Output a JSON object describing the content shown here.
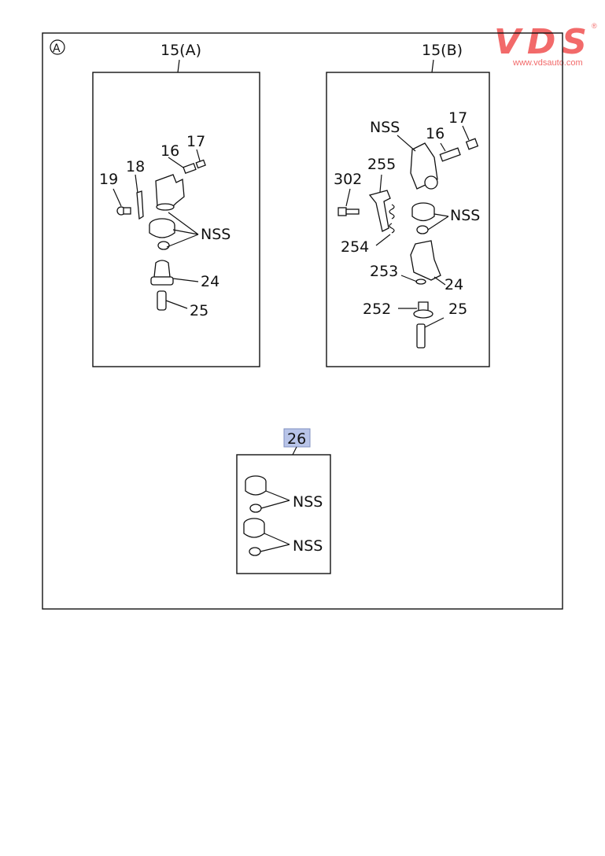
{
  "logo": {
    "brand": "VDS",
    "registered": "®",
    "url": "www.vdsauto.com",
    "color": "#f26a6a"
  },
  "diagram": {
    "section_marker": "A",
    "groups": [
      {
        "title": "15(A)",
        "callouts": [
          "19",
          "18",
          "16",
          "17",
          "NSS",
          "24",
          "25"
        ]
      },
      {
        "title": "15(B)",
        "callouts": [
          "NSS",
          "16",
          "17",
          "302",
          "255",
          "NSS",
          "254",
          "253",
          "24",
          "252",
          "25"
        ]
      },
      {
        "title": "26",
        "highlight_color": "#b8c4e8",
        "callouts": [
          "NSS",
          "NSS"
        ]
      }
    ]
  }
}
